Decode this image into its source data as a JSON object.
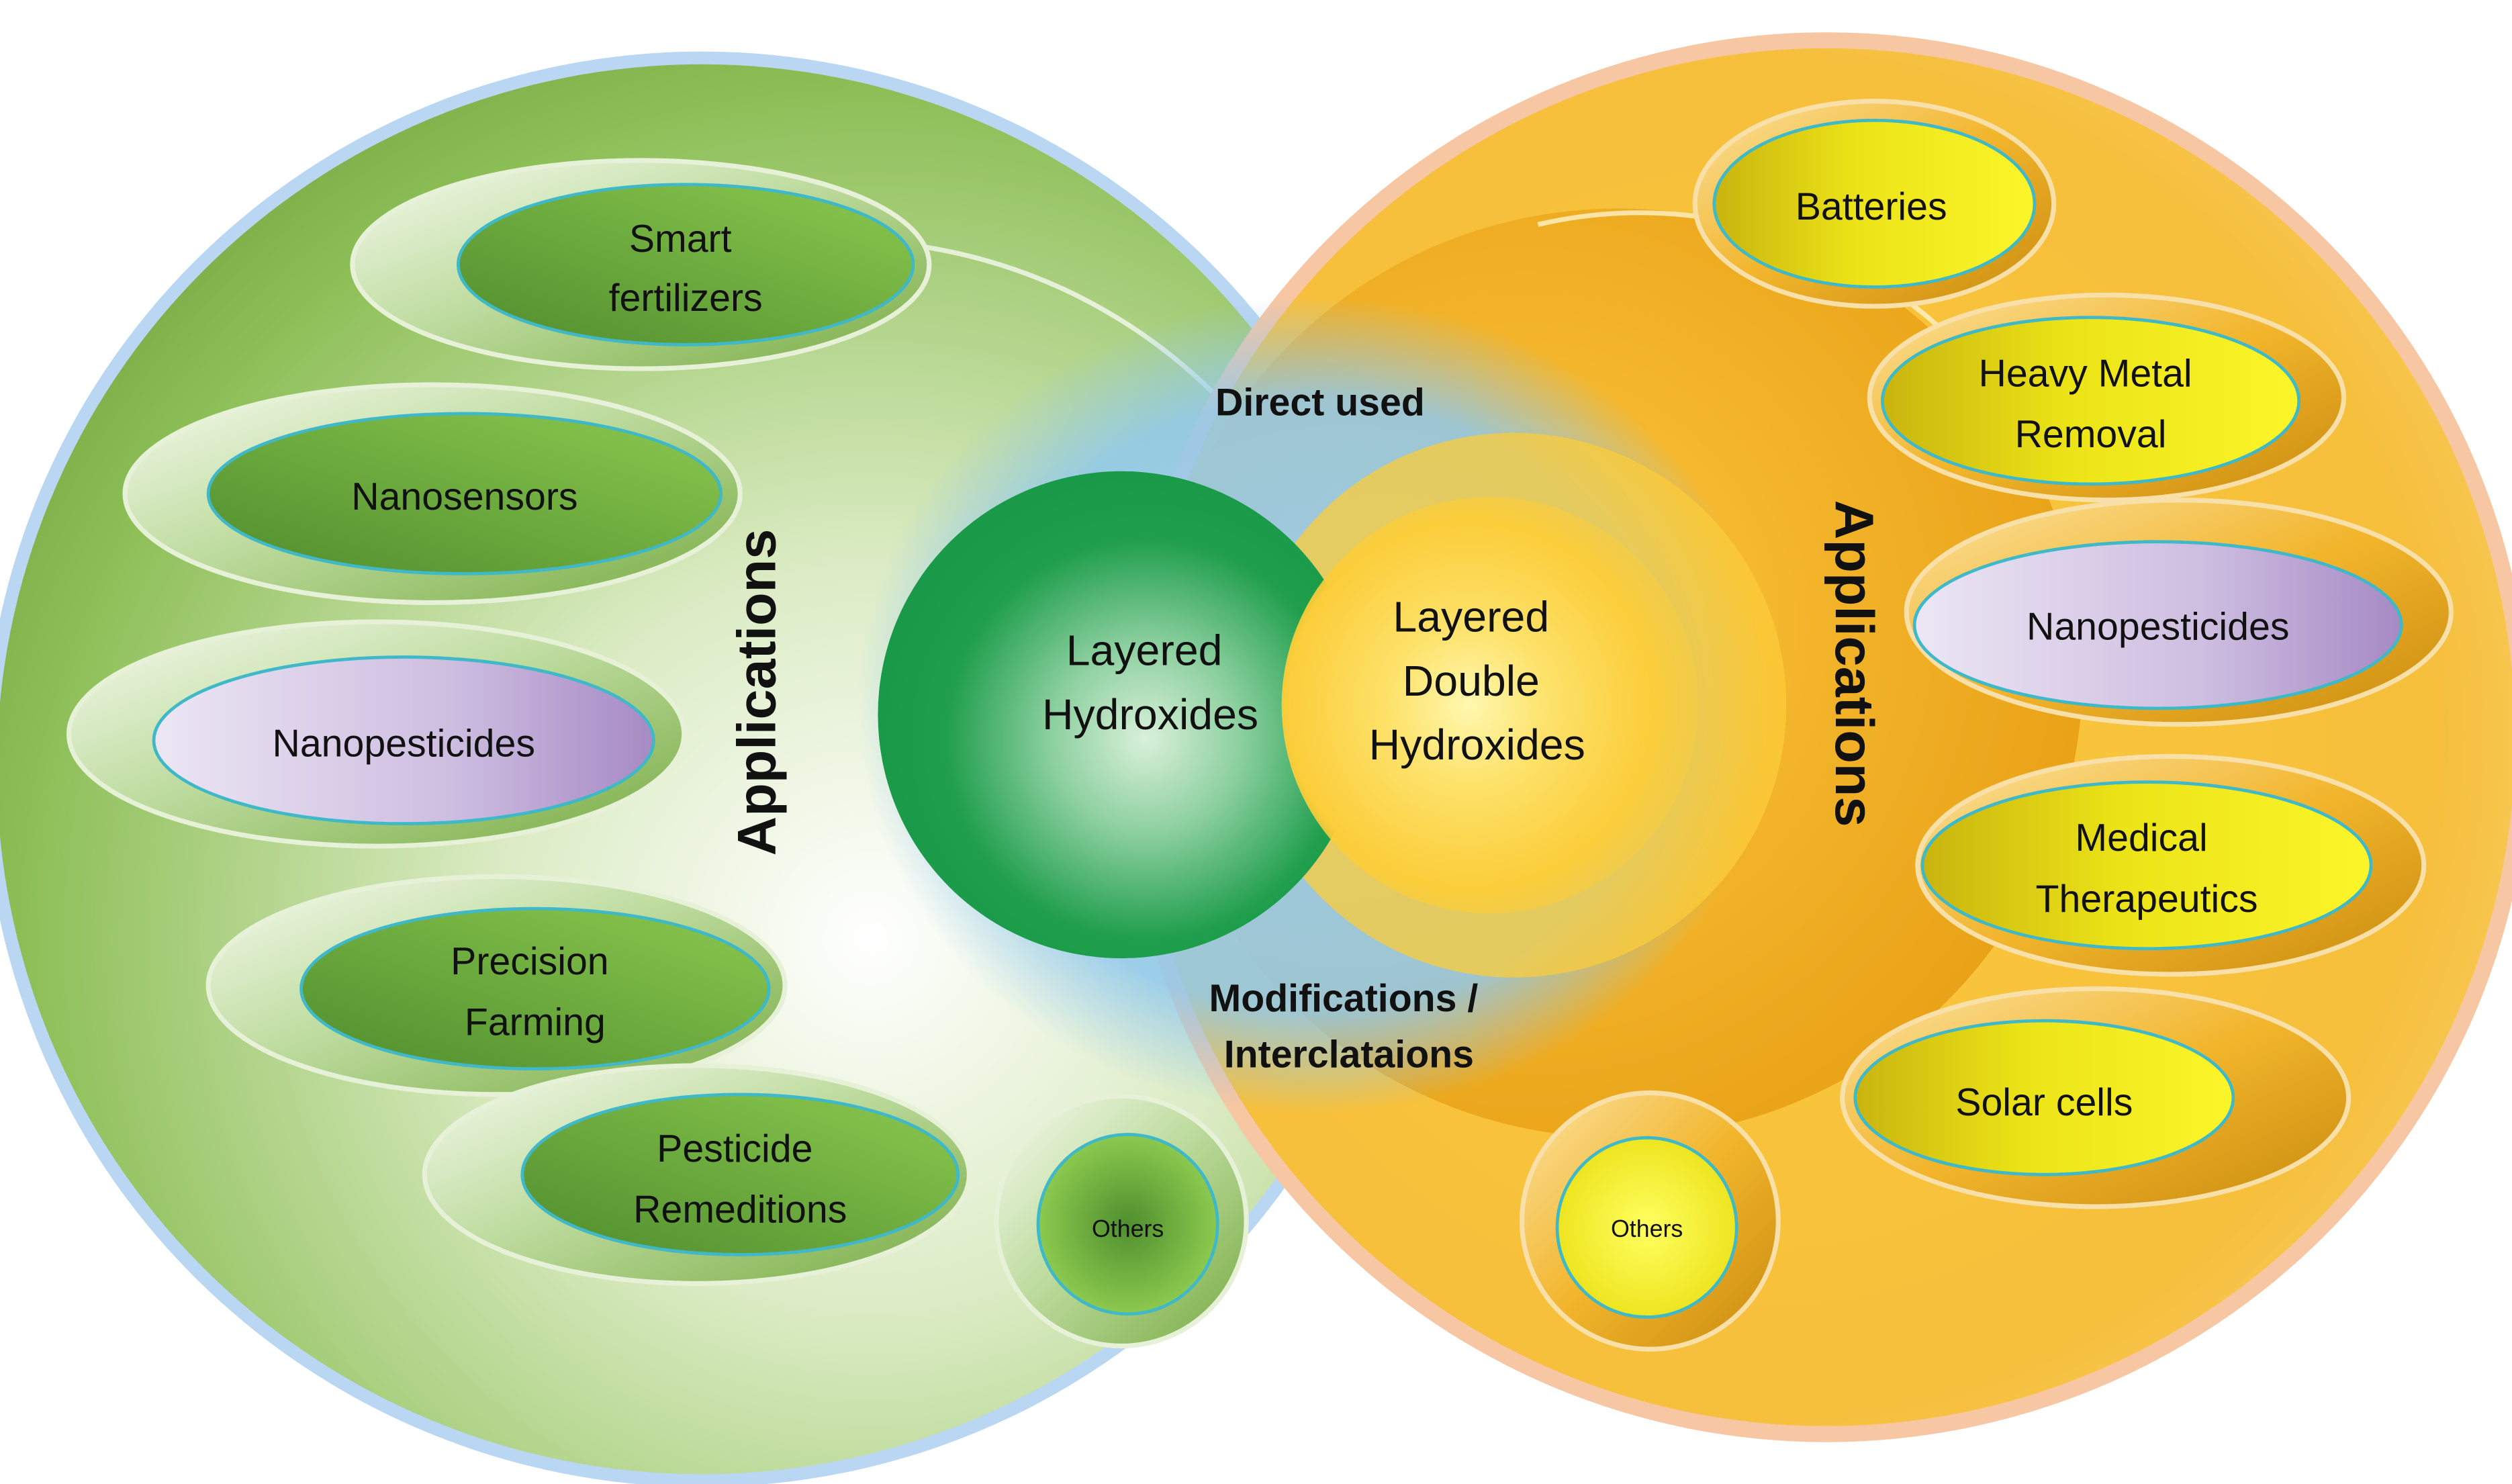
{
  "left_group": {
    "applications_label": "Applications",
    "items": [
      {
        "lines": [
          "Smart",
          "fertilizers"
        ],
        "style": "green"
      },
      {
        "lines": [
          "Nanosensors"
        ],
        "style": "green"
      },
      {
        "lines": [
          "Nanopesticides"
        ],
        "style": "lavender"
      },
      {
        "lines": [
          "Precision",
          "Farming"
        ],
        "style": "green"
      },
      {
        "lines": [
          "Pesticide",
          "Remeditions"
        ],
        "style": "green"
      }
    ],
    "others_label": "Others"
  },
  "right_group": {
    "applications_label": "Applications",
    "items": [
      {
        "lines": [
          "Batteries"
        ],
        "style": "yellow"
      },
      {
        "lines": [
          "Heavy Metal",
          "Removal"
        ],
        "style": "yellow"
      },
      {
        "lines": [
          "Nanopesticides"
        ],
        "style": "lavender"
      },
      {
        "lines": [
          "Medical",
          "Therapeutics"
        ],
        "style": "yellow"
      },
      {
        "lines": [
          "Solar cells"
        ],
        "style": "yellow"
      }
    ],
    "others_label": "Others"
  },
  "center": {
    "lh_lines": [
      "Layered",
      "Hydroxides"
    ],
    "ldh_lines": [
      "Layered",
      "Double",
      "Hydroxides"
    ],
    "direct_used": "Direct used",
    "modifications_lines": [
      "Modifications /",
      "Interclataions"
    ]
  },
  "colors": {
    "left_outer_green": "#7fb34a",
    "left_border_blue": "#9cc3ea",
    "right_outer_orange": "#f6c242",
    "right_border_peach": "#f4b48a",
    "lh_core_green": "#1a9a48",
    "ldh_core_yellow": "#fcd64a",
    "center_halo_blue": "#8fc8ee",
    "lavender": "#c8b4dc",
    "pill_yellow": "#f0e81c"
  }
}
